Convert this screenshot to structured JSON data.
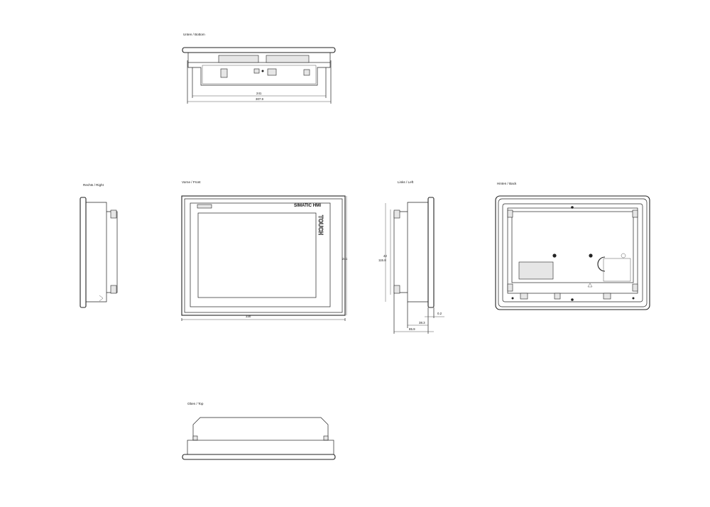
{
  "views": {
    "bottom": {
      "label": "Unten / Bottom",
      "dims": [
        "241",
        "307.9"
      ]
    },
    "right": {
      "label": "Rechts / Right"
    },
    "front": {
      "label": "Vorne / Front",
      "brand": "SIMATIC HMI",
      "touch": "TOUCH",
      "dims": [
        "330",
        "241"
      ]
    },
    "left": {
      "label": "Links / Left",
      "dims": [
        "42",
        "115.8",
        "0.2",
        "38.3",
        "85.9"
      ]
    },
    "back": {
      "label": "Hinten / Back"
    },
    "top": {
      "label": "Oben / Top"
    }
  }
}
